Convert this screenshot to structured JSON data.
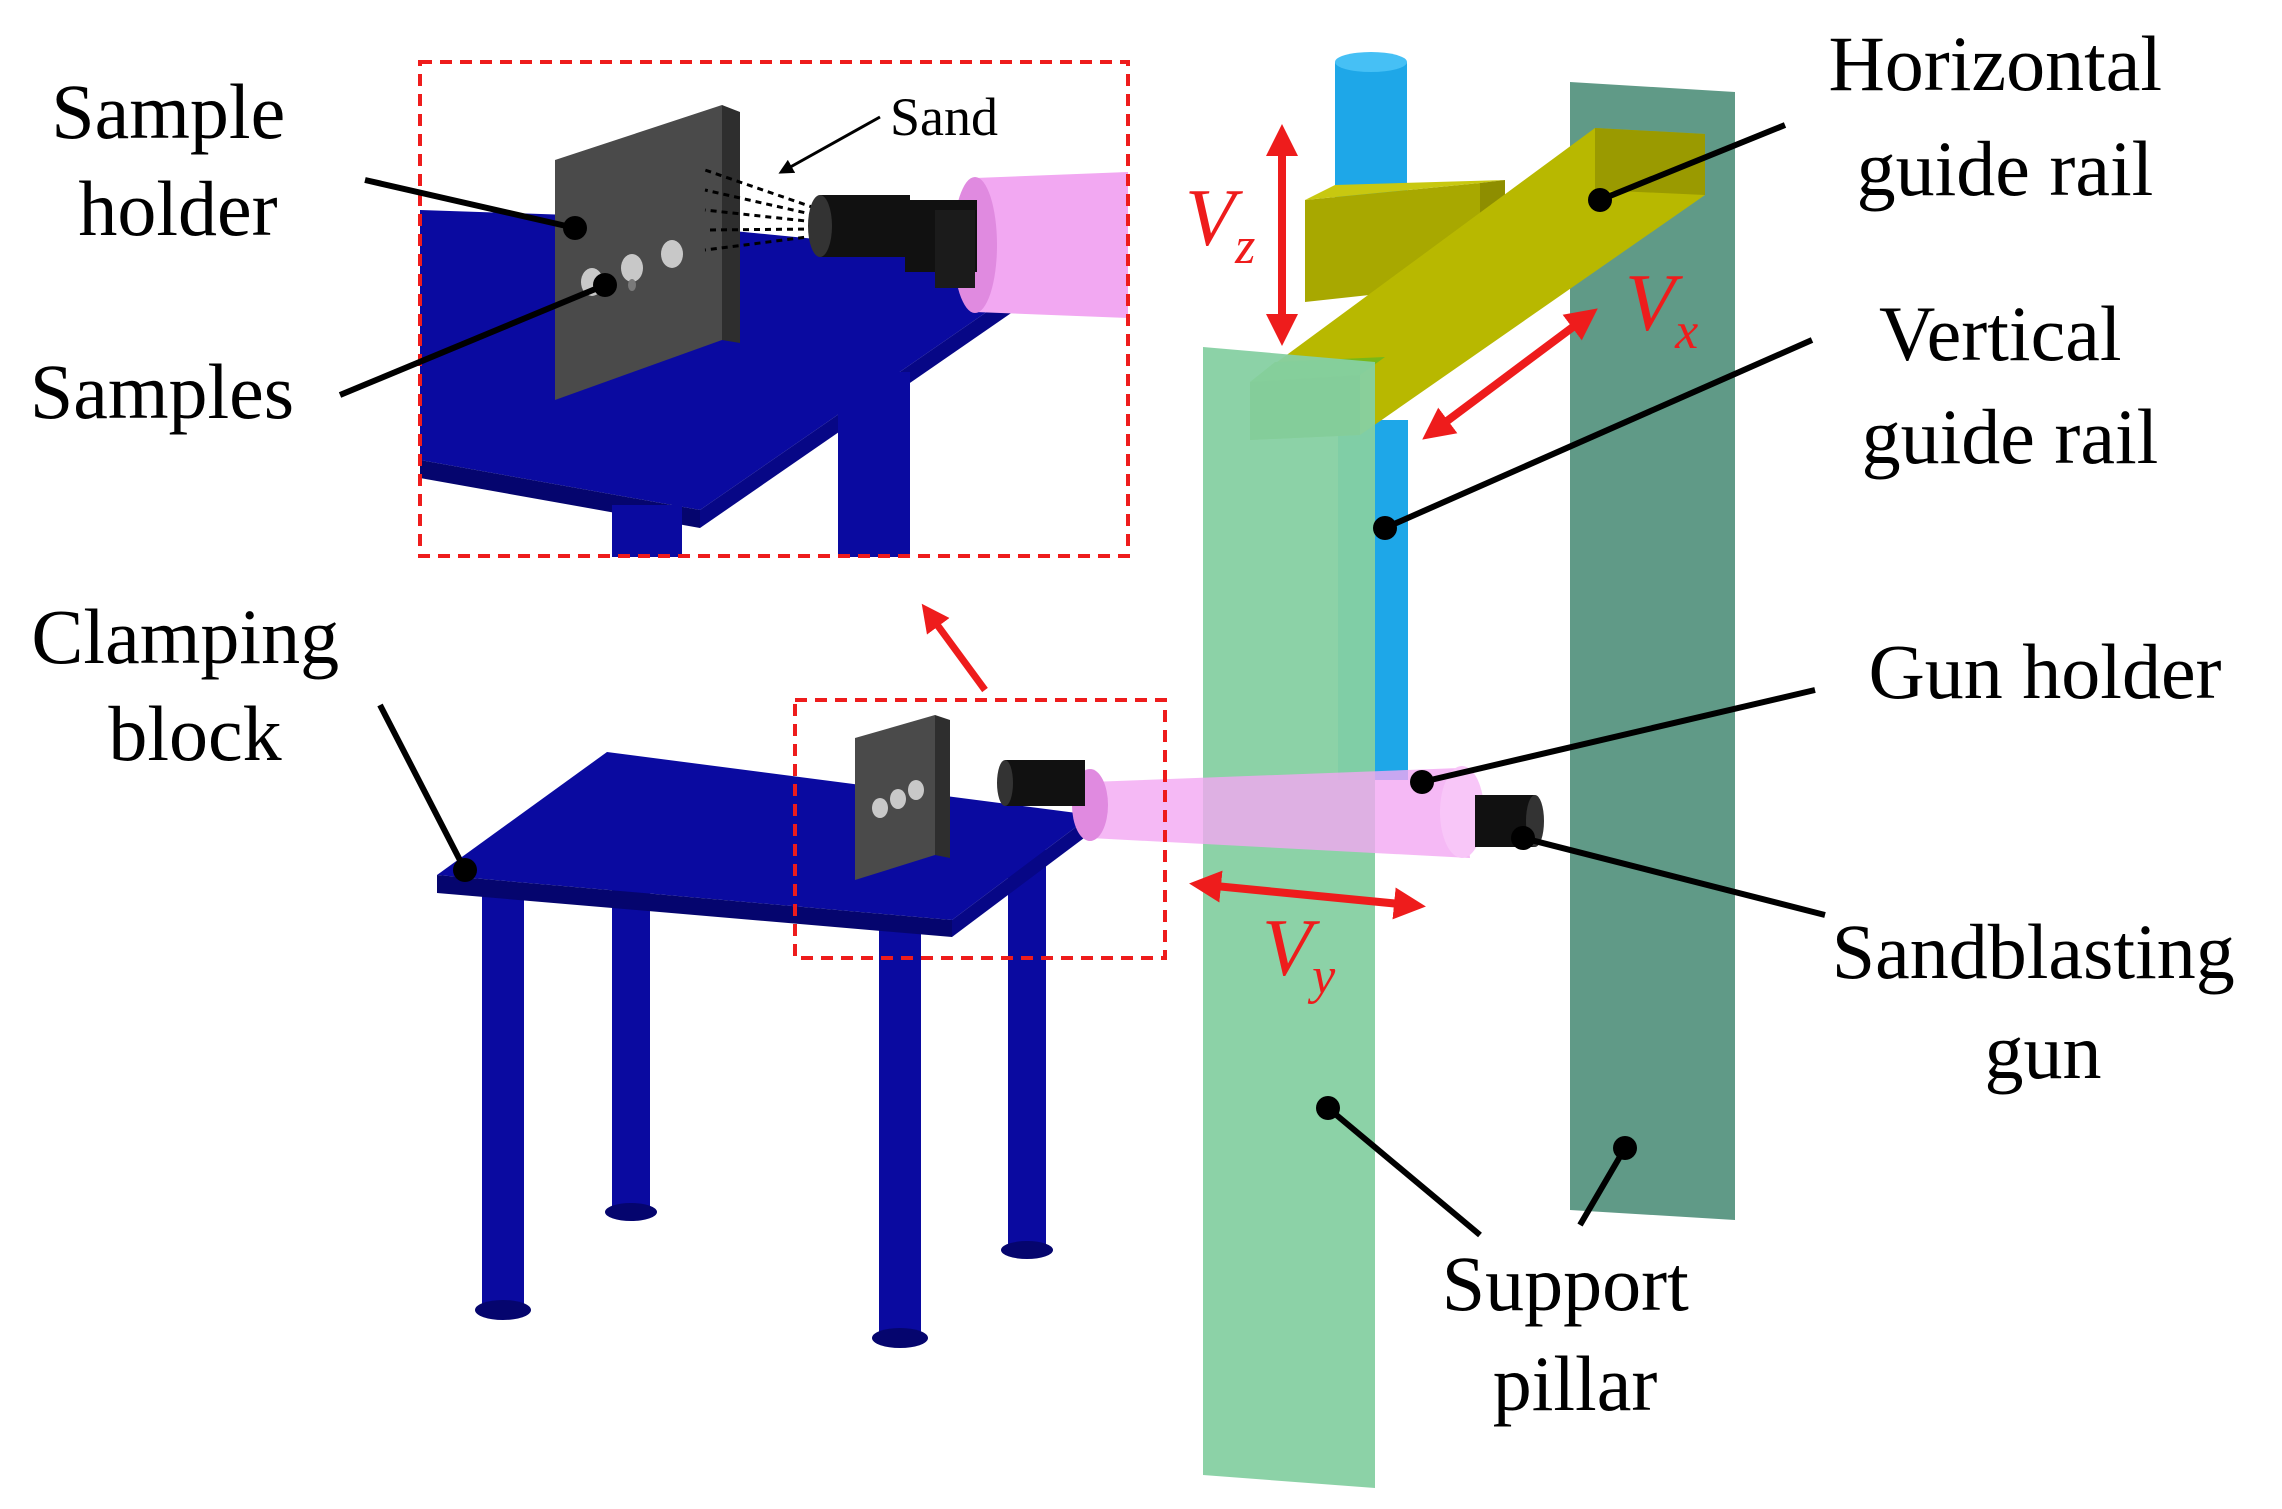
{
  "labels": {
    "sample_holder": [
      "Sample",
      "holder"
    ],
    "samples": "Samples",
    "sand": "Sand",
    "clamping_block": [
      "Clamping",
      "block"
    ],
    "horizontal_guide_rail": [
      "Horizontal",
      "guide rail"
    ],
    "vertical_guide_rail": [
      "Vertical",
      "guide rail"
    ],
    "gun_holder": "Gun holder",
    "sandblasting_gun": [
      "Sandblasting",
      "gun"
    ],
    "support_pillar": [
      "Support",
      "pillar"
    ]
  },
  "velocities": {
    "z": {
      "symbol": "V",
      "subscript": "z"
    },
    "x": {
      "symbol": "V",
      "subscript": "x"
    },
    "y": {
      "symbol": "V",
      "subscript": "y"
    }
  },
  "colors": {
    "table": "#0a0aa0",
    "table_dark": "#05056e",
    "plate": "#4a4a4a",
    "gun_body": "#f2a8f2",
    "nozzle": "#111111",
    "vertical_rail": "#1ea7e8",
    "horizontal_rail": "#b8b800",
    "rail_end": "#5fa000",
    "pillar_front": "#86d0a2",
    "pillar_back": "#4f8f7a",
    "arrow": "#ee1c1c",
    "dashed_box": "#ee1c1c"
  }
}
